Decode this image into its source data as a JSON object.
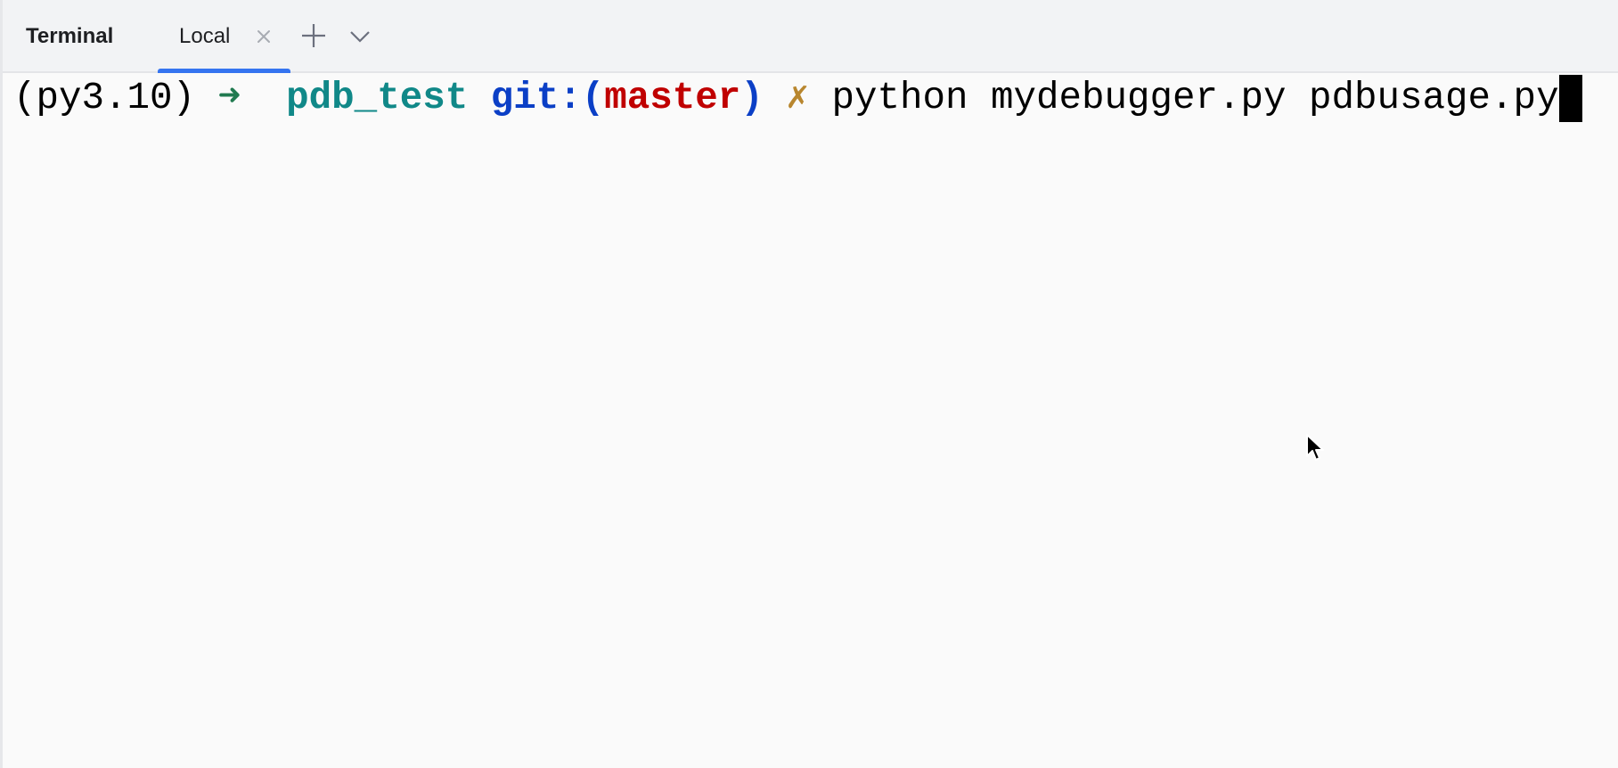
{
  "header": {
    "panel_title": "Terminal",
    "tabs": [
      {
        "label": "Local",
        "active": true,
        "closable": true
      }
    ],
    "add_tab_icon": "plus-icon",
    "more_tabs_icon": "chevron-down-icon"
  },
  "terminal": {
    "prompt": {
      "venv": "(py3.10)",
      "arrow": "➜",
      "directory": "pdb_test",
      "git_prefix": "git:(",
      "branch": "master",
      "git_suffix": ")",
      "dirty_marker": "✗"
    },
    "command": "python mydebugger.py pdbusage.py"
  },
  "colors": {
    "accent": "#3574f0",
    "arrow": "#217a50",
    "directory": "#108888",
    "git": "#0b3fc6",
    "branch": "#c00000",
    "dirty": "#b8862e",
    "header_bg": "#f2f3f5",
    "terminal_bg": "#fafafa"
  }
}
